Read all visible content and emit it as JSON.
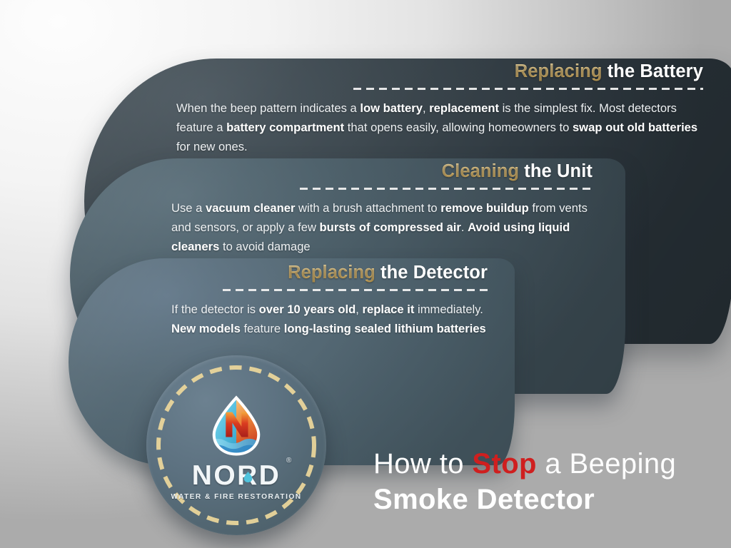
{
  "theme": {
    "accent_gold": "#ecc97f",
    "accent_red": "#cf1f1f",
    "panel_1": "#3b464d",
    "panel_2": "#4c5f69",
    "panel_3": "#566a76",
    "badge_fill": "#5c7180",
    "text_light": "#eef1f3"
  },
  "sections": [
    {
      "title_accent": "Replacing",
      "title_rest": " the Battery",
      "body_html": "When the beep pattern indicates a <b>low battery</b>, <b>replacement</b> is the simplest fix. Most detectors feature a <b>battery compartment</b> that opens easily, allowing homeowners to <b>swap out old batteries</b> for new ones.",
      "body_plain": "When the beep pattern indicates a low battery, replacement is the simplest fix. Most detectors feature a battery compartment that opens easily, allowing homeowners to swap out old batteries for new ones."
    },
    {
      "title_accent": "Cleaning",
      "title_rest": " the Unit",
      "body_html": "Use a <b>vacuum cleaner</b> with a brush attachment to <b>remove buildup</b> from vents and sensors, or apply a few <b>bursts of compressed air</b>. <b>Avoid using liquid cleaners</b> to avoid damage",
      "body_plain": "Use a vacuum cleaner with a brush attachment to remove buildup from vents and sensors, or apply a few bursts of compressed air. Avoid using liquid cleaners to avoid damage"
    },
    {
      "title_accent": "Replacing",
      "title_rest": " the Detector",
      "body_html": "If the detector is <b>over 10 years old</b>, <b>replace it</b> immediately. <b>New models</b> feature <b>long-lasting sealed lithium batteries</b>",
      "body_plain": "If the detector is over 10 years old, replace it immediately. New models feature long-lasting sealed lithium batteries"
    }
  ],
  "badge": {
    "wordmark": "NORD",
    "registered_mark": "®",
    "tagline": "WATER & FIRE RESTORATION",
    "logo_icon": "water-fire-droplet-n-icon"
  },
  "main_title": {
    "line1_part1": "How to ",
    "line1_emphasis": "Stop",
    "line1_part2": " a Beeping",
    "line2": "Smoke Detector"
  }
}
